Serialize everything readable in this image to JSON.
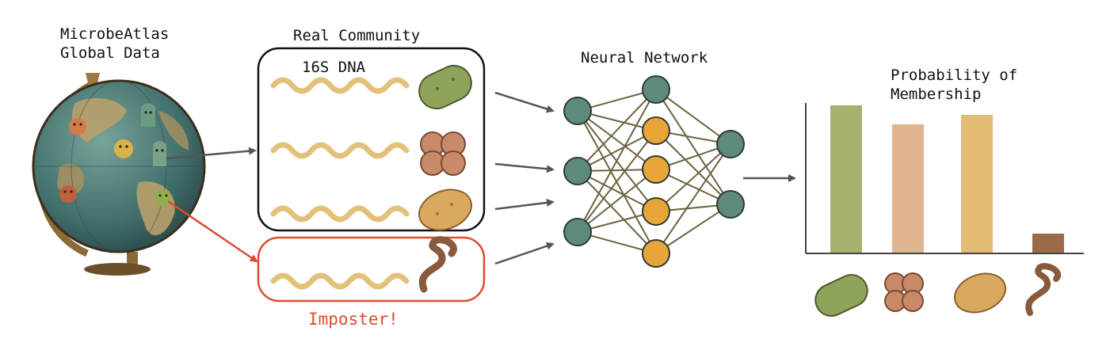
{
  "labels": {
    "globe_line1": "MicrobeAtlas",
    "globe_line2": "Global Data",
    "real_community": "Real Community",
    "dna_label": "16S DNA",
    "imposter": "Imposter!",
    "neural_network": "Neural Network",
    "probability_line1": "Probability of",
    "probability_line2": "Membership"
  },
  "community": {
    "members": [
      {
        "microbe": "rod-bacterium-icon",
        "color": "#8fa35a"
      },
      {
        "microbe": "coccus-cluster-icon",
        "color": "#c98a6a"
      },
      {
        "microbe": "oval-bacterium-icon",
        "color": "#d9a95f"
      }
    ],
    "imposter": {
      "microbe": "worm-icon",
      "color": "#8a5a3c"
    }
  },
  "network": {
    "layers": [
      3,
      5,
      2
    ]
  },
  "colors": {
    "accent_red": "#e04a2e",
    "node_teal": "#5e8a7c",
    "node_orange": "#e8a63a",
    "dna": "#e2c27a"
  },
  "chart_data": {
    "type": "bar",
    "categories": [
      "rod bacterium",
      "coccus cluster",
      "oval bacterium",
      "worm"
    ],
    "values": [
      0.93,
      0.81,
      0.87,
      0.12
    ],
    "colors": [
      "#a6b16e",
      "#dfb48e",
      "#e3bb73",
      "#9b6a48"
    ],
    "ylim": [
      0,
      1
    ],
    "title": "Probability of Membership",
    "xlabel": "",
    "ylabel": ""
  }
}
